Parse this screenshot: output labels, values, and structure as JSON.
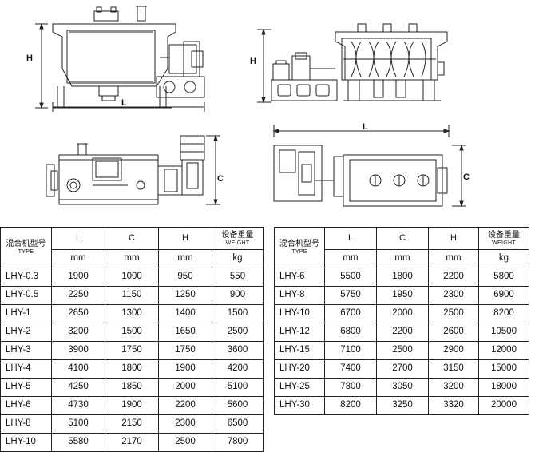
{
  "dimension_labels": {
    "height": "H",
    "length": "L",
    "width": "C"
  },
  "table_headers": {
    "model_cn": "混合机型号",
    "model_en": "TYPE",
    "length": "L",
    "width": "C",
    "height": "H",
    "weight_cn": "设备重量",
    "weight_en": "WEIGHT",
    "unit_mm": "mm",
    "unit_kg": "kg"
  },
  "left_table": [
    {
      "type": "LHY-0.3",
      "l": "1900",
      "c": "1000",
      "h": "950",
      "weight": "550"
    },
    {
      "type": "LHY-0.5",
      "l": "2250",
      "c": "1150",
      "h": "1250",
      "weight": "900"
    },
    {
      "type": "LHY-1",
      "l": "2650",
      "c": "1300",
      "h": "1400",
      "weight": "1500"
    },
    {
      "type": "LHY-2",
      "l": "3200",
      "c": "1500",
      "h": "1650",
      "weight": "2500"
    },
    {
      "type": "LHY-3",
      "l": "3900",
      "c": "1750",
      "h": "1750",
      "weight": "3600"
    },
    {
      "type": "LHY-4",
      "l": "4100",
      "c": "1800",
      "h": "1900",
      "weight": "4200"
    },
    {
      "type": "LHY-5",
      "l": "4250",
      "c": "1850",
      "h": "2000",
      "weight": "5100"
    },
    {
      "type": "LHY-6",
      "l": "4730",
      "c": "1900",
      "h": "2200",
      "weight": "5600"
    },
    {
      "type": "LHY-8",
      "l": "5100",
      "c": "2150",
      "h": "2300",
      "weight": "6500"
    },
    {
      "type": "LHY-10",
      "l": "5580",
      "c": "2170",
      "h": "2500",
      "weight": "7800"
    }
  ],
  "right_table": [
    {
      "type": "LHY-6",
      "l": "5500",
      "c": "1800",
      "h": "2200",
      "weight": "5800"
    },
    {
      "type": "LHY-8",
      "l": "5750",
      "c": "1950",
      "h": "2300",
      "weight": "6900"
    },
    {
      "type": "LHY-10",
      "l": "6700",
      "c": "2000",
      "h": "2500",
      "weight": "8200"
    },
    {
      "type": "LHY-12",
      "l": "6800",
      "c": "2200",
      "h": "2600",
      "weight": "10500"
    },
    {
      "type": "LHY-15",
      "l": "7100",
      "c": "2500",
      "h": "2900",
      "weight": "12000"
    },
    {
      "type": "LHY-20",
      "l": "7400",
      "c": "2700",
      "h": "3150",
      "weight": "15000"
    },
    {
      "type": "LHY-25",
      "l": "7800",
      "c": "3050",
      "h": "3200",
      "weight": "18000"
    },
    {
      "type": "LHY-30",
      "l": "8200",
      "c": "3250",
      "h": "3320",
      "weight": "20000"
    }
  ]
}
